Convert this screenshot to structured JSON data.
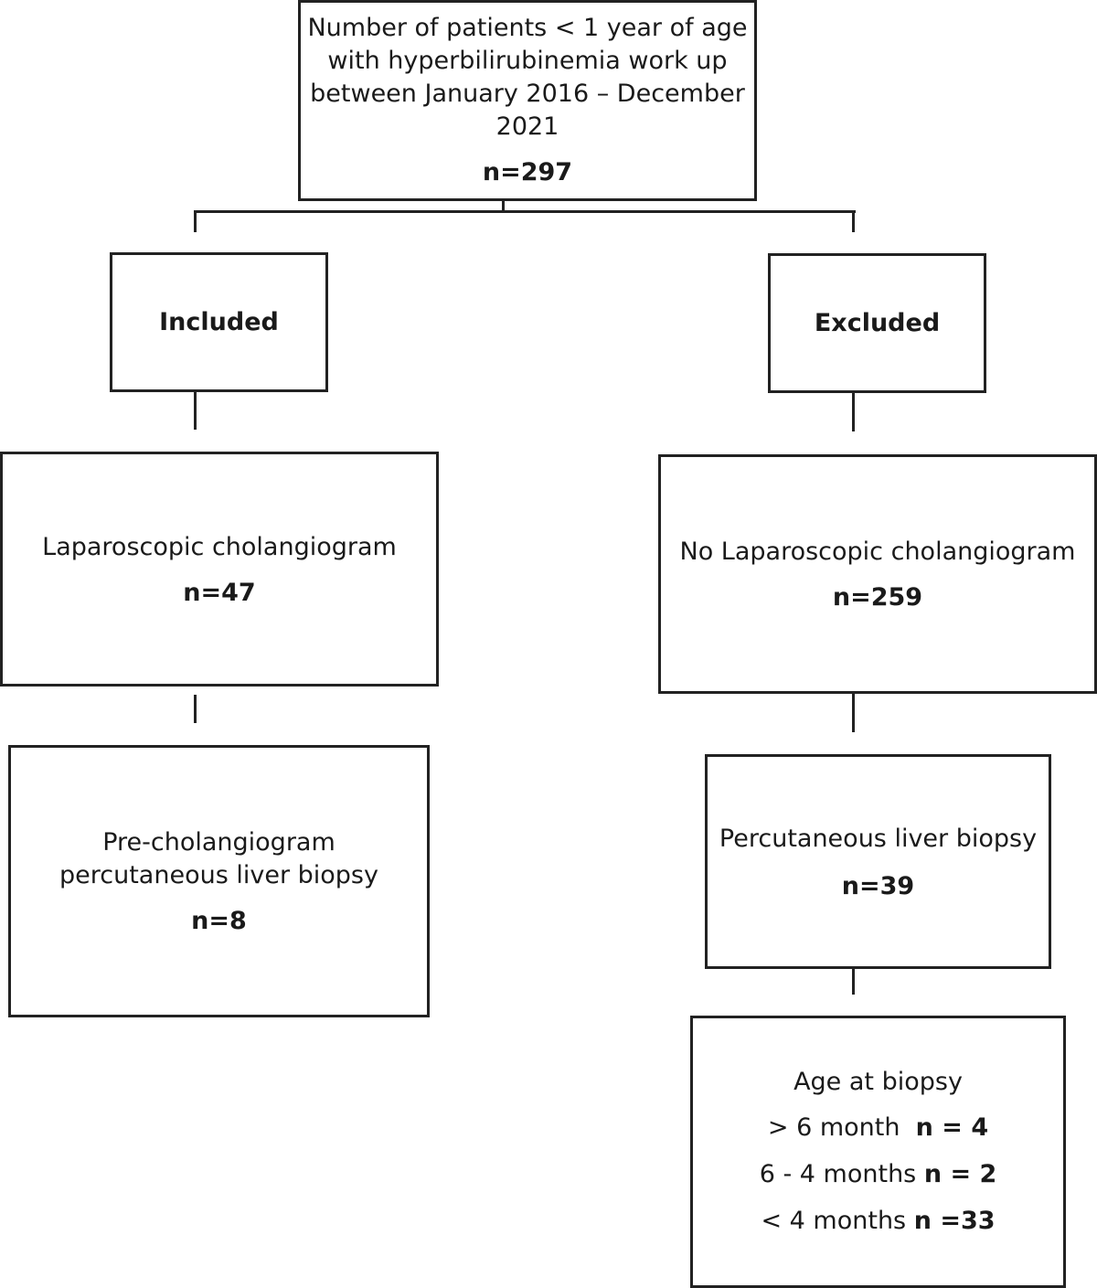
{
  "top": {
    "lines": [
      "Number of patients < 1 year of age",
      "with hyperbilirubinemia work up",
      "between January 2016 – December",
      "2021"
    ],
    "n": "n=297"
  },
  "included": {
    "label": "Included"
  },
  "excluded": {
    "label": "Excluded"
  },
  "lap": {
    "label": "Laparoscopic cholangiogram",
    "n": "n=47"
  },
  "nolap": {
    "label": "No Laparoscopic cholangiogram",
    "n": "n=259"
  },
  "pre": {
    "lines": [
      "Pre-cholangiogram",
      "percutaneous liver biopsy"
    ],
    "n": "n=8"
  },
  "perc": {
    "label": "Percutaneous liver biopsy",
    "n": "n=39"
  },
  "age": {
    "title": "Age at biopsy",
    "rows": [
      {
        "label": "> 6 month",
        "n": "n = 4"
      },
      {
        "label": "6 - 4 months",
        "n": "n = 2"
      },
      {
        "label": "< 4 months",
        "n": "n =33"
      }
    ]
  }
}
